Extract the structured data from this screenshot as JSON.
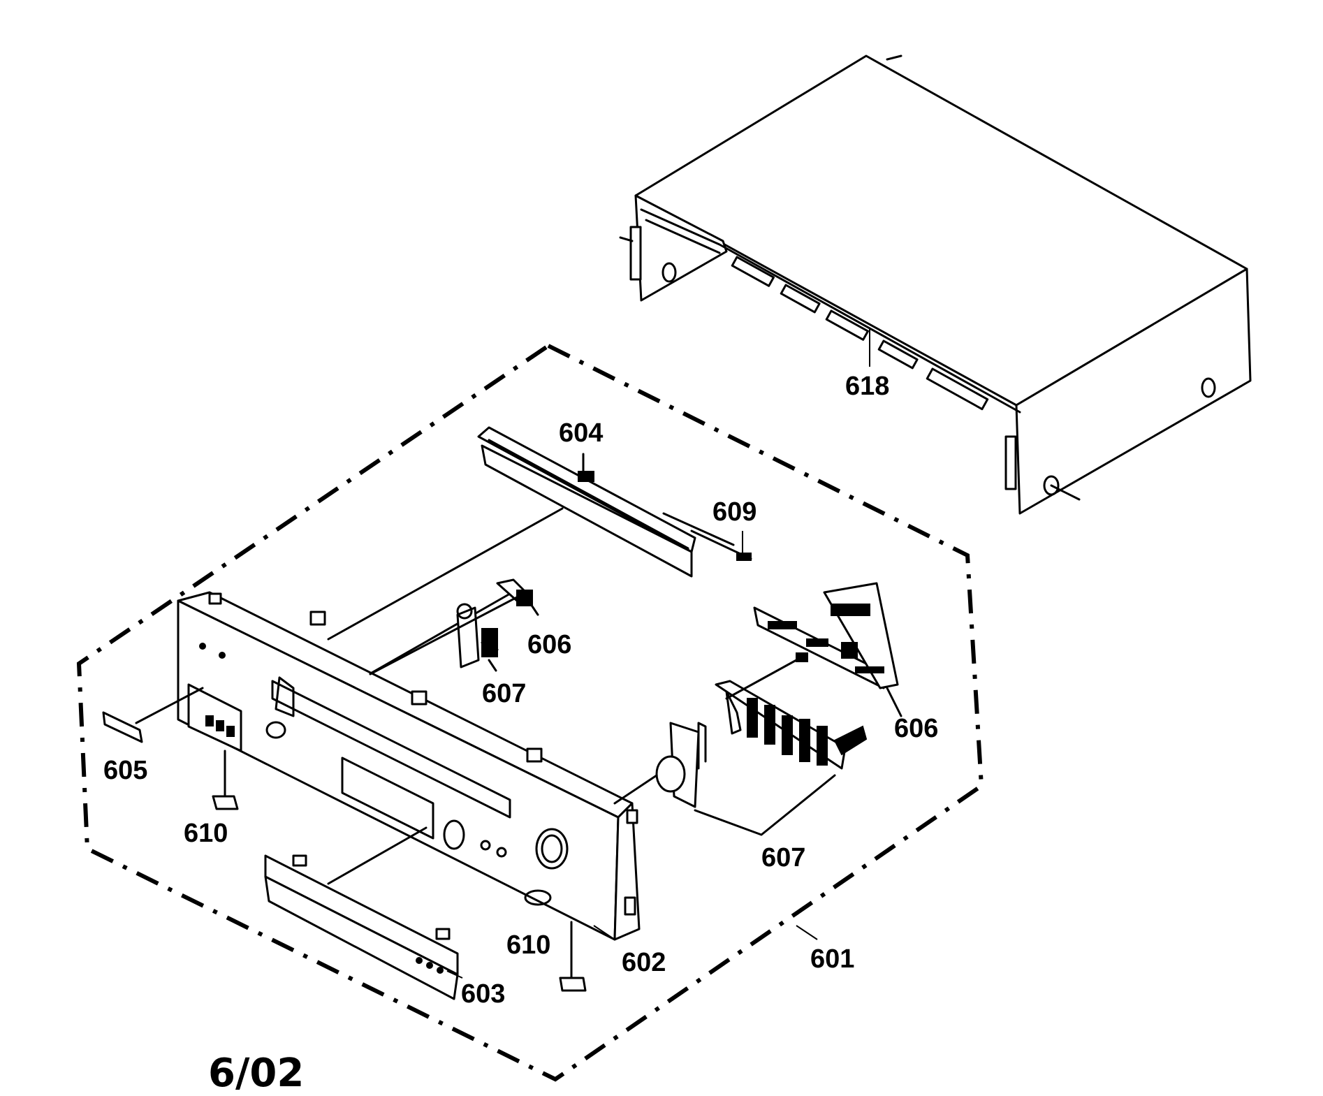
{
  "date_code": "6/02",
  "callouts": {
    "c601": "601",
    "c602": "602",
    "c603": "603",
    "c604": "604",
    "c605": "605",
    "c606a": "606",
    "c606b": "606",
    "c607a": "607",
    "c607b": "607",
    "c609": "609",
    "c610a": "610",
    "c610b": "610",
    "c618": "618"
  }
}
